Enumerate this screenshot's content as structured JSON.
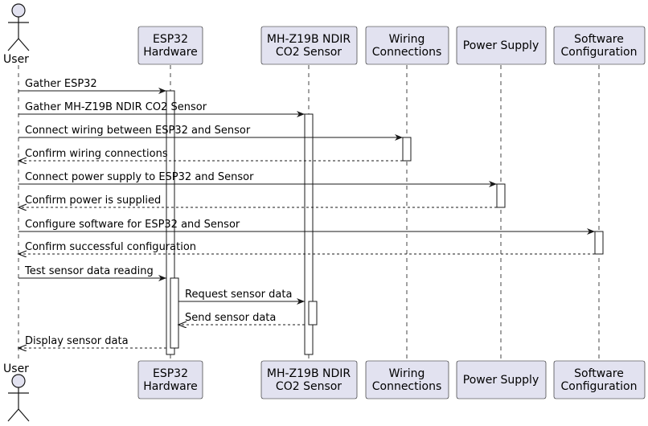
{
  "participants": [
    {
      "id": "user",
      "kind": "actor",
      "lines": [
        "User"
      ]
    },
    {
      "id": "esp32",
      "kind": "box",
      "lines": [
        "ESP32",
        "Hardware"
      ]
    },
    {
      "id": "sensor",
      "kind": "box",
      "lines": [
        "MH-Z19B NDIR",
        "CO2 Sensor"
      ]
    },
    {
      "id": "wiring",
      "kind": "box",
      "lines": [
        "Wiring",
        "Connections"
      ]
    },
    {
      "id": "power",
      "kind": "box",
      "lines": [
        "Power Supply"
      ]
    },
    {
      "id": "software",
      "kind": "box",
      "lines": [
        "Software",
        "Configuration"
      ]
    }
  ],
  "messages": [
    {
      "from": "user",
      "to": "esp32",
      "label": "Gather ESP32",
      "type": "sync"
    },
    {
      "from": "user",
      "to": "sensor",
      "label": "Gather MH-Z19B NDIR CO2 Sensor",
      "type": "sync"
    },
    {
      "from": "user",
      "to": "wiring",
      "label": "Connect wiring between ESP32 and Sensor",
      "type": "sync"
    },
    {
      "from": "wiring",
      "to": "user",
      "label": "Confirm wiring connections",
      "type": "return"
    },
    {
      "from": "user",
      "to": "power",
      "label": "Connect power supply to ESP32 and Sensor",
      "type": "sync"
    },
    {
      "from": "power",
      "to": "user",
      "label": "Confirm power is supplied",
      "type": "return"
    },
    {
      "from": "user",
      "to": "software",
      "label": "Configure software for ESP32 and Sensor",
      "type": "sync"
    },
    {
      "from": "software",
      "to": "user",
      "label": "Confirm successful configuration",
      "type": "return"
    },
    {
      "from": "user",
      "to": "esp32",
      "label": "Test sensor data reading",
      "type": "sync"
    },
    {
      "from": "esp32",
      "to": "sensor",
      "label": "Request sensor data",
      "type": "sync"
    },
    {
      "from": "sensor",
      "to": "esp32",
      "label": "Send sensor data",
      "type": "return"
    },
    {
      "from": "esp32",
      "to": "user",
      "label": "Display sensor data",
      "type": "return"
    }
  ],
  "colors": {
    "participant_fill": "#e2e2f0",
    "participant_border": "#181818",
    "line": "#181818",
    "activation_fill": "#ffffff"
  }
}
